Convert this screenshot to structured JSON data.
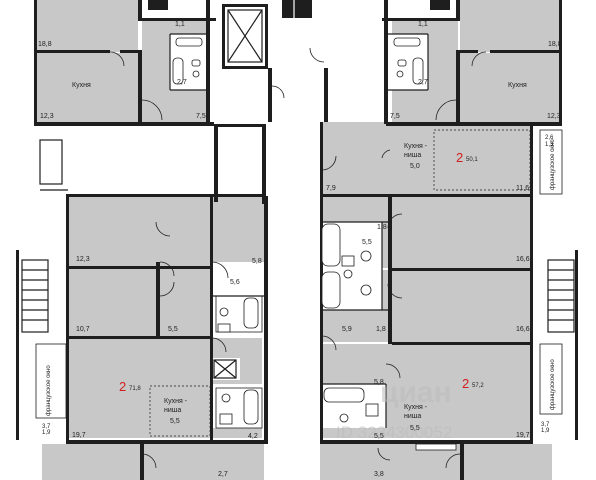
{
  "labels": {
    "a_18_8_left": "18,8",
    "a_1_1_left": "1,1",
    "a_1_1_right": "1,1",
    "a_2_7_left_top": "2,7",
    "a_2_7_right_top": "2,7",
    "kitchen_left_top": "Кухня",
    "kitchen_right_top": "Кухня",
    "a_18_8_right": "18,8",
    "a_12_3_left_top": "12,3",
    "a_7_5_left": "7,5",
    "a_7_5_right": "7,5",
    "a_12_3_right_top": "12,3",
    "kitchen_niche_right_a": "Кухня -",
    "kitchen_niche_right_b": "ниша",
    "a_5_0": "5,0",
    "a_2_6": "2,6",
    "a_1_3": "1,3",
    "a_7_9": "7,9",
    "a_11_6": "11,6",
    "a_1_8_top": "1,8",
    "a_5_5_right_mid": "5,5",
    "a_12_3_left_mid": "12,3",
    "a_5_8_left": "5,8",
    "a_16_6_top": "16,6",
    "a_5_6": "5,6",
    "a_10_7": "10,7",
    "a_5_5_left_mid": "5,5",
    "a_5_9": "5,9",
    "a_1_8_bot": "1,8",
    "a_16_6_bot": "16,6",
    "kitchen_niche_left_a": "Кухня -",
    "kitchen_niche_left_b": "ниша",
    "a_5_5_left_low": "5,5",
    "a_5_8_right": "5,8",
    "kitchen_niche_right2_a": "Кухня -",
    "kitchen_niche_right2_b": "ниша",
    "a_5_5_right_low": "5,5",
    "a_5_5_right_low2": "5,5",
    "a_3_7_left": "3,7",
    "a_1_9_left": "1,9",
    "a_19_7_left": "19,7",
    "a_4_2": "4,2",
    "a_3_7_right": "3,7",
    "a_1_9_right": "1,9",
    "a_19_7_right": "19,7",
    "a_2_7_bot": "2,7",
    "a_3_8_bot": "3,8",
    "french_window_left": "французское окно",
    "french_window_right_top": "французское окно",
    "french_window_right_bot": "французское окно"
  },
  "apartments": [
    {
      "rooms": "2",
      "area": "50,1"
    },
    {
      "rooms": "2",
      "area": "71,8"
    },
    {
      "rooms": "2",
      "area": "57,2"
    }
  ],
  "watermark": {
    "brand": "циан",
    "id": "ID 3234300052"
  },
  "colors": {
    "room": "#c8c8c8",
    "wall": "#1e1e1e",
    "apartment_marker": "#d11d1d"
  }
}
